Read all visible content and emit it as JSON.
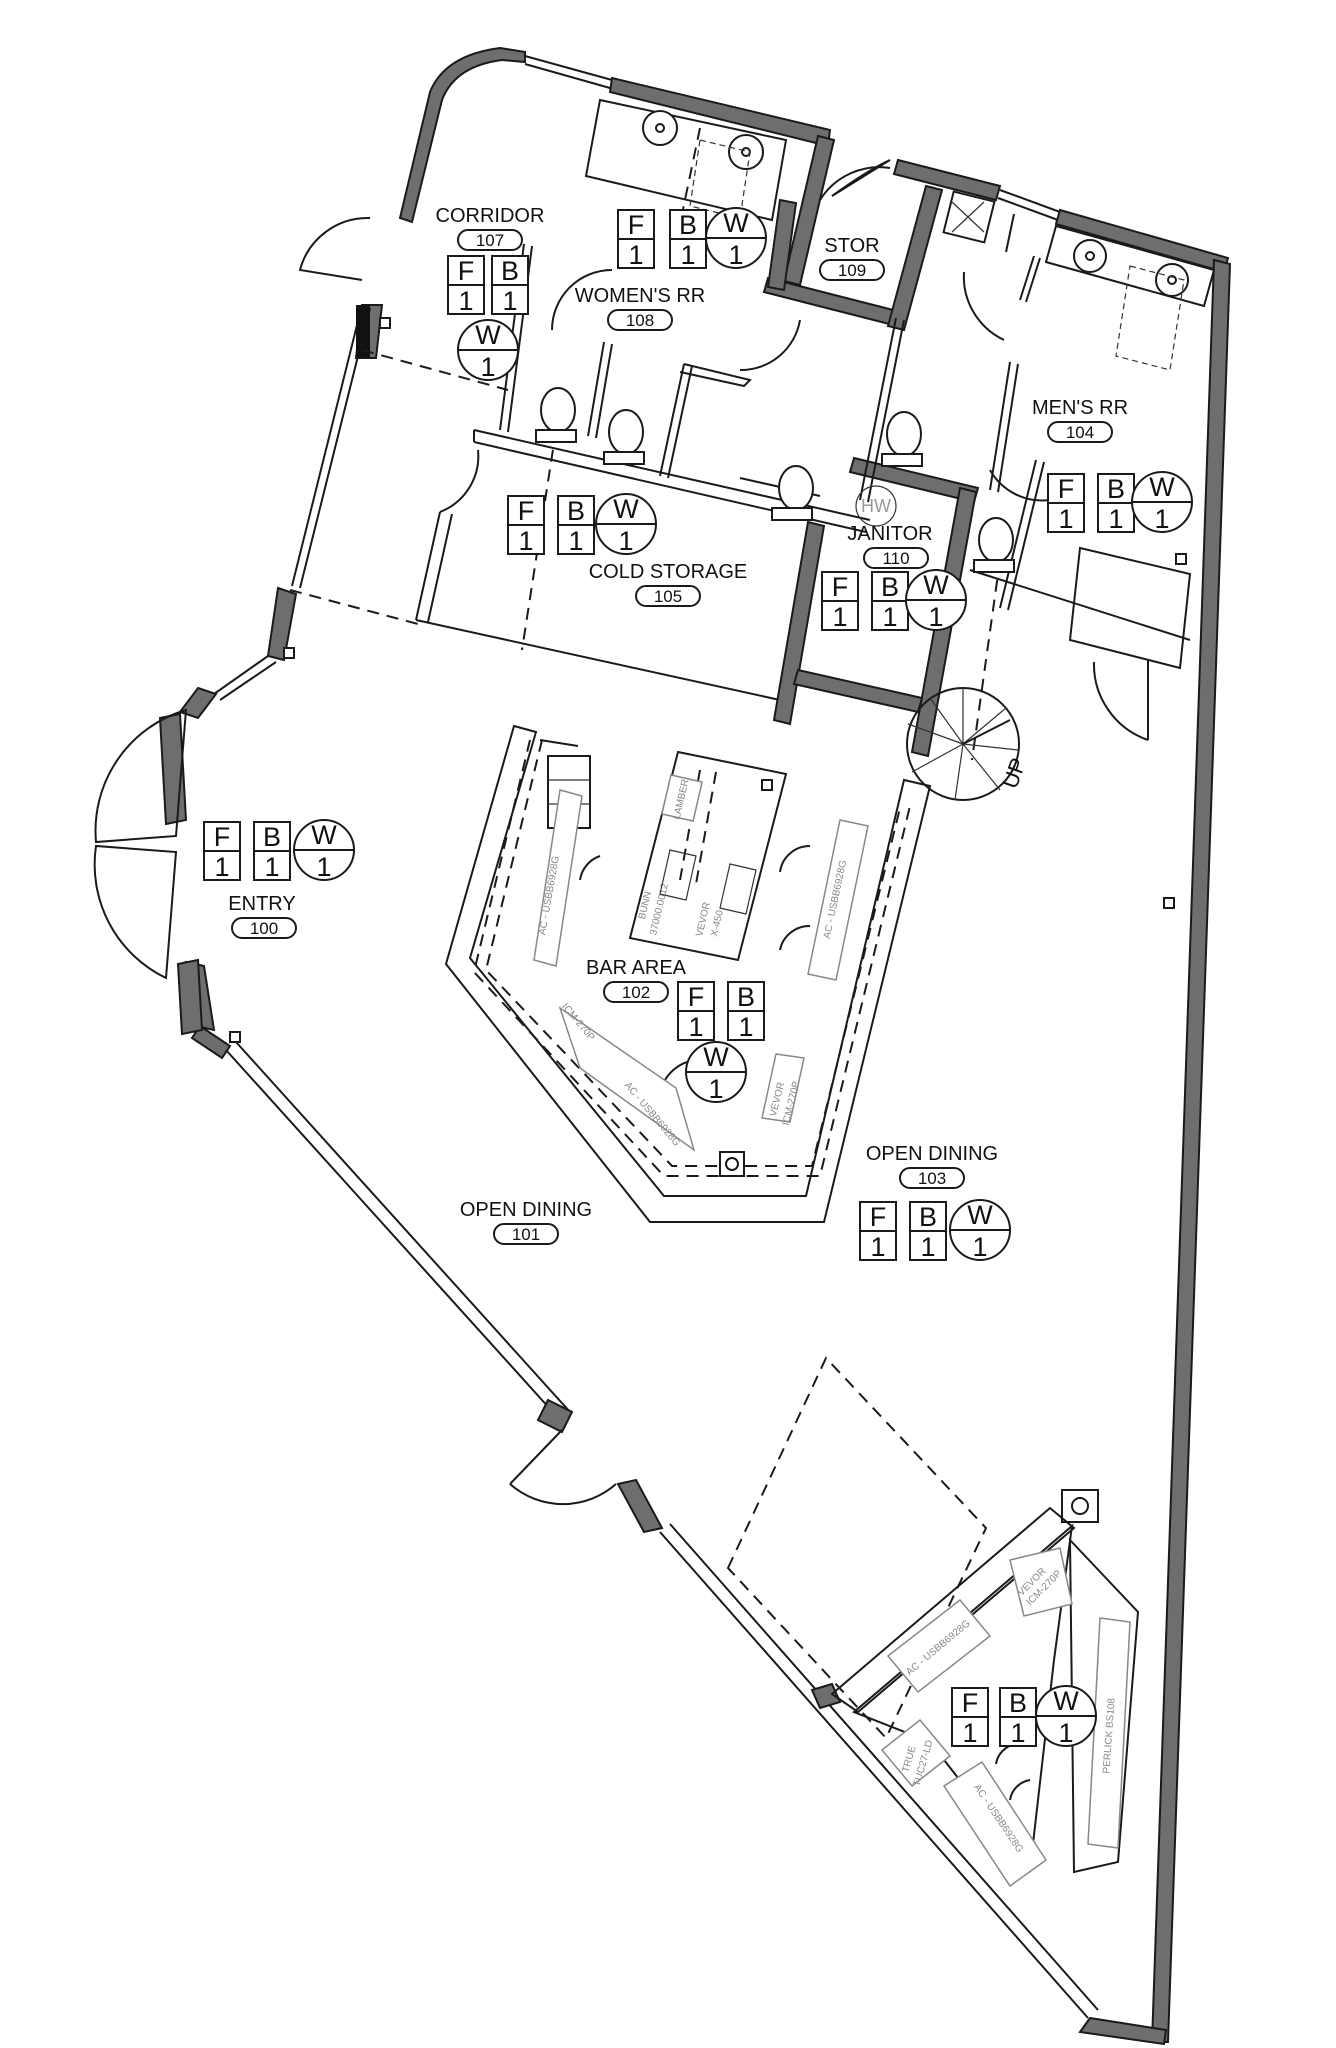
{
  "rooms": [
    {
      "id": "corridor",
      "name": "CORRIDOR",
      "number": "107"
    },
    {
      "id": "womens-rr",
      "name": "WOMEN'S RR",
      "number": "108"
    },
    {
      "id": "stor",
      "name": "STOR",
      "number": "109"
    },
    {
      "id": "mens-rr",
      "name": "MEN'S RR",
      "number": "104"
    },
    {
      "id": "cold-storage",
      "name": "COLD STORAGE",
      "number": "105"
    },
    {
      "id": "janitor",
      "name": "JANITOR",
      "number": "110"
    },
    {
      "id": "entry",
      "name": "ENTRY",
      "number": "100"
    },
    {
      "id": "bar-area",
      "name": "BAR AREA",
      "number": "102"
    },
    {
      "id": "open-dining-103",
      "name": "OPEN DINING",
      "number": "103"
    },
    {
      "id": "open-dining-101",
      "name": "OPEN DINING",
      "number": "101"
    }
  ],
  "finish_tags": {
    "floor": "F",
    "base": "B",
    "wall": "W",
    "value": "1"
  },
  "stair": {
    "label": "UP"
  },
  "hose_bib": {
    "label": "HW"
  },
  "equipment": {
    "lamber": "LAMBER",
    "bunn": "BUNN",
    "bunn_model": "37000.0012",
    "vevor": "VEVOR",
    "vevor_model": "X-450",
    "ac_usbb": "AC - USBB6928G",
    "icm": "ICM-270P",
    "vevor2": "VEVOR",
    "vevor2_model": "ICM-270P",
    "ac_usbb2": "AC - USBB6928G",
    "true_tuc": "TRUE",
    "true_tuc_model": "TUC27-LD",
    "ac_usbb3": "AC - USBB6928G",
    "perlick": "PERLICK BS108"
  }
}
